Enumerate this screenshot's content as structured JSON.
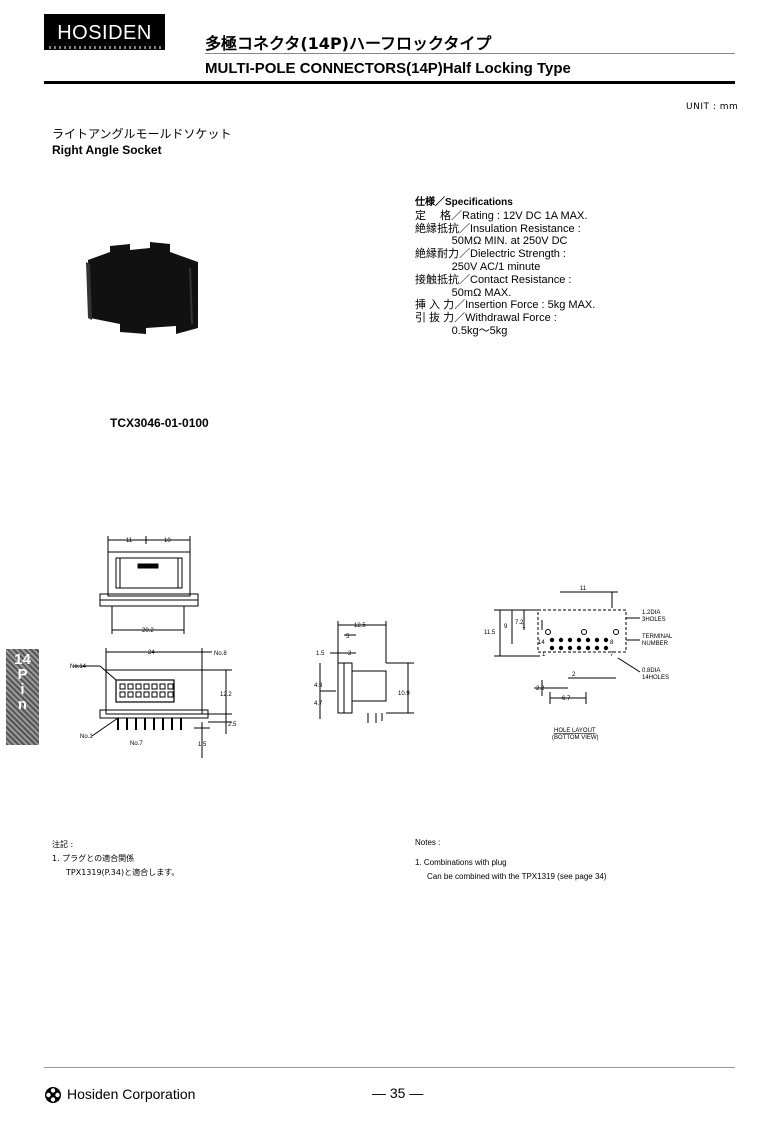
{
  "header": {
    "logo_text": "HOSIDEN",
    "title_jp": "多極コネクタ(14P)ハーフロックタイプ",
    "title_en": "MULTI-POLE CONNECTORS(14P)Half Locking Type"
  },
  "unit": "UNIT : mm",
  "product": {
    "subtitle_jp": "ライトアングルモールドソケット",
    "subtitle_en": "Right Angle Socket",
    "part_number": "TCX3046-01-0100"
  },
  "specifications": {
    "heading": "仕様／Specifications",
    "lines": [
      "定　 格／Rating : 12V DC 1A MAX.",
      "絶縁抵抗／Insulation Resistance :",
      "            50MΩ MIN. at 250V DC",
      "絶縁耐力／Dielectric Strength :",
      "            250V AC/1 minute",
      "接触抵抗／Contact Resistance :",
      "            50mΩ MAX.",
      "挿 入 力／Insertion Force : 5kg MAX.",
      "引 抜 力／Withdrawal Force :",
      "            0.5kg～5kg"
    ]
  },
  "side_tab": {
    "line1": "14",
    "line2": "P",
    "line3": "i",
    "line4": "n"
  },
  "drawing_front": {
    "dim_11": "11",
    "dim_10": "10",
    "dim_20_2": "20.2",
    "dim_24": "24",
    "dim_12_2": "12.2",
    "dim_2_5": "2.5",
    "dim_1_5": "1.5",
    "no8": "No.8",
    "no14": "No.14",
    "no1": "No.1",
    "no7": "No.7"
  },
  "drawing_side": {
    "dim_12_5": "12.5",
    "dim_5": "5",
    "dim_1_5": "1.5",
    "dim_2": "2",
    "dim_4_9": "4.9",
    "dim_4_7": "4.7",
    "dim_10_9": "10.9"
  },
  "drawing_holes": {
    "dim_11": "11",
    "dim_11_5": "11.5",
    "dim_9": "9",
    "dim_7_2": "7.2",
    "dim_1": "1",
    "dim_1_2dia": "1.2DIA",
    "holes3": "3HOLES",
    "terminal": "TERMINAL",
    "number": "NUMBER",
    "dim_0_8dia": "0.8DIA",
    "holes14": "14HOLES",
    "dim_2_2": "2.2",
    "dim_2": "2",
    "dim_6_7": "6.7",
    "pin14": "14",
    "pin8": "8",
    "pin7": "7",
    "pin1": "1",
    "caption1": "HOLE LAYOUT",
    "caption2": "(BOTTOM VIEW)"
  },
  "notes": {
    "jp_heading": "注記 :",
    "jp_line1": "1. プラグとの適合関係",
    "jp_line2": "TPX1319(P.34)と適合します。",
    "en_heading": "Notes :",
    "en_line1": "1. Combinations with plug",
    "en_line2": "Can be combined with the TPX1319 (see page 34)"
  },
  "footer": {
    "company": "Hosiden Corporation",
    "page": "— 35 —"
  }
}
